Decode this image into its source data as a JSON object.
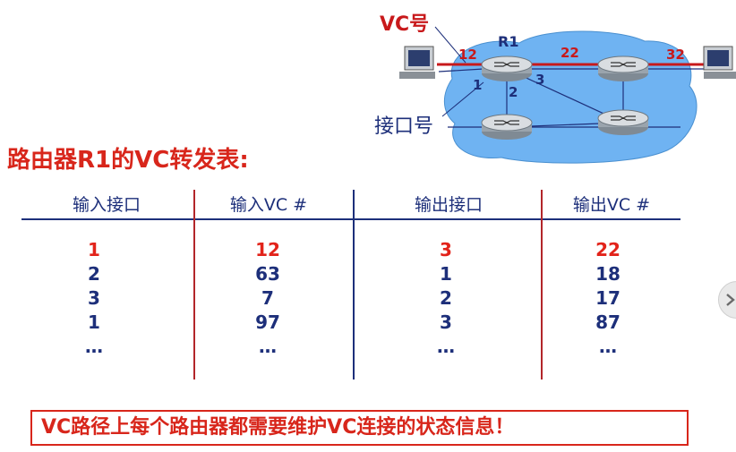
{
  "diagram": {
    "vc_label": "VC号",
    "interface_label": "接口号",
    "router_name": "R1",
    "link_vc_left": "12",
    "link_vc_middle": "22",
    "link_vc_right": "32",
    "port_1": "1",
    "port_2": "2",
    "port_3": "3",
    "colors": {
      "cloud": "#6fb3f2",
      "vc_path": "#c8191b",
      "text_blue": "#1d2f7a"
    }
  },
  "title": "路由器R1的VC转发表:",
  "table": {
    "headers": [
      "输入接口",
      "输入VC #",
      "输出接口",
      "输出VC #"
    ],
    "columns": [
      [
        "1",
        "2",
        "3",
        "1",
        "…"
      ],
      [
        "12",
        "63",
        "7",
        "97",
        "…"
      ],
      [
        "3",
        "1",
        "2",
        "3",
        "…"
      ],
      [
        "22",
        "18",
        "17",
        "87",
        "…"
      ]
    ]
  },
  "banner": "VC路径上每个路由器都需要维护VC连接的状态信息！"
}
